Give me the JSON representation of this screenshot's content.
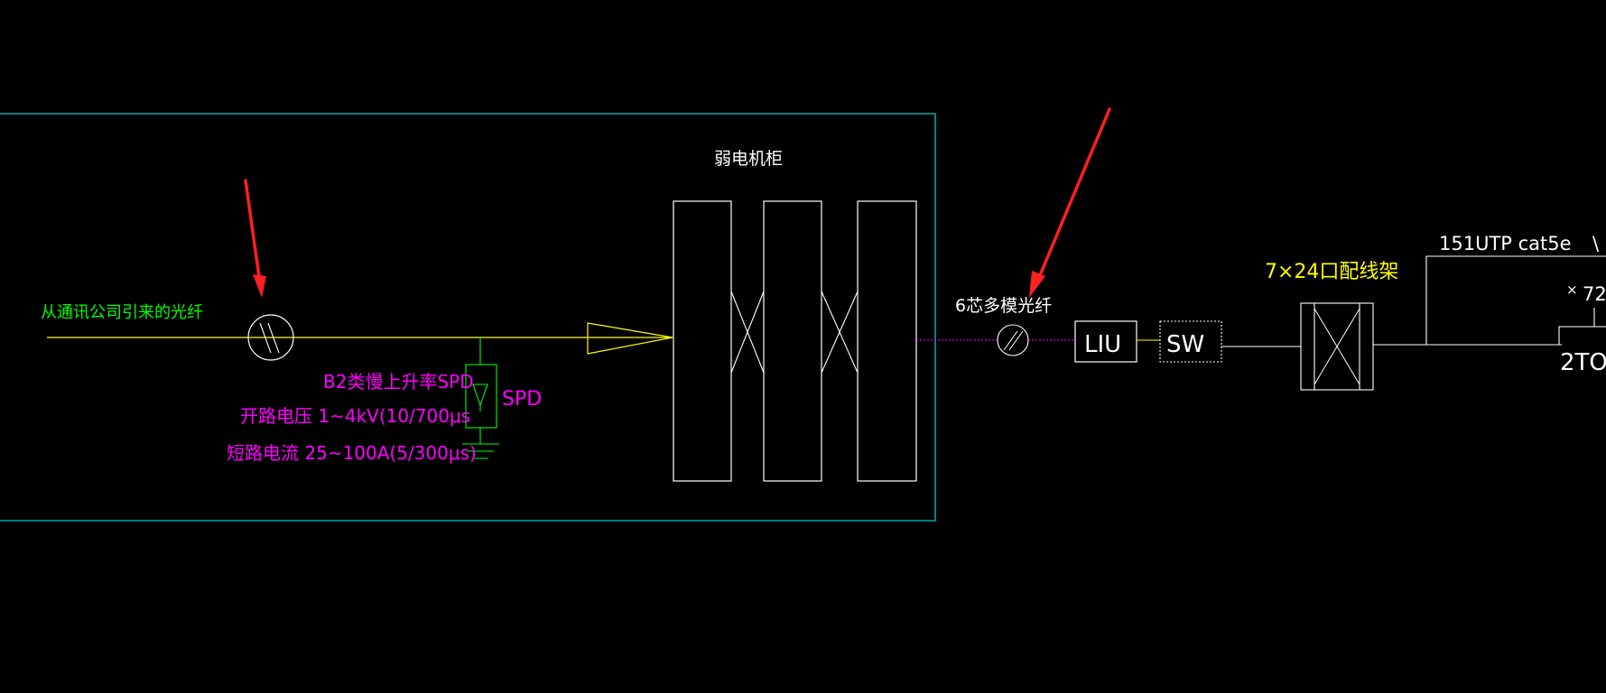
{
  "labels": {
    "cabinet_title": "弱电机柜",
    "incoming_fiber": "从通讯公司引来的光纤",
    "spd_type": "B2类慢上升率SPD",
    "open_voltage": "开路电压 1~4kV(10/700μs",
    "short_current": "短路电流 25~100A(5/300μs)",
    "spd_tag": "SPD",
    "fiber_6core": "6芯多模光纤",
    "liu": "LIU",
    "sw": "SW",
    "patch_panel": "7×24口配线架",
    "utp_cable": "151UTP cat5e",
    "utp_extra": "\\",
    "x_mark": "×",
    "to_count": "72",
    "to_label": "2TO"
  },
  "colors": {
    "background": "#000000",
    "frame": "#00c8c8",
    "white_line": "#ffffff",
    "yellow": "#ffff00",
    "green": "#00ff00",
    "magenta": "#ff00ff",
    "annotation_arrow": "#ff2020"
  }
}
